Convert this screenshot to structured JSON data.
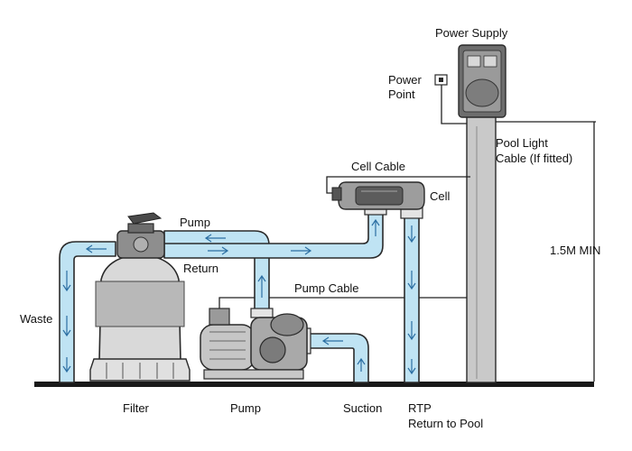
{
  "labels": {
    "power_supply": "Power Supply",
    "power_point_1": "Power",
    "power_point_2": "Point",
    "pool_light_1": "Pool Light",
    "pool_light_2": "Cable (If fitted)",
    "cell_cable": "Cell Cable",
    "cell": "Cell",
    "pump_top": "Pump",
    "return": "Return",
    "pump_cable": "Pump Cable",
    "height": "1.5M MIN",
    "waste": "Waste",
    "filter": "Filter",
    "pump_bottom": "Pump",
    "suction": "Suction",
    "rtp": "RTP",
    "return_to_pool": "Return to Pool"
  },
  "colors": {
    "pipe_fill": "#bfe3f3",
    "outline": "#2a2a2a",
    "ground": "#1a1a1a",
    "tank": "#d9d9d9",
    "arrow": "#2c6fa3"
  },
  "icons": [
    "filter-tank",
    "pump-motor",
    "chlorinator-cell",
    "power-supply-unit",
    "power-point-outlet"
  ]
}
